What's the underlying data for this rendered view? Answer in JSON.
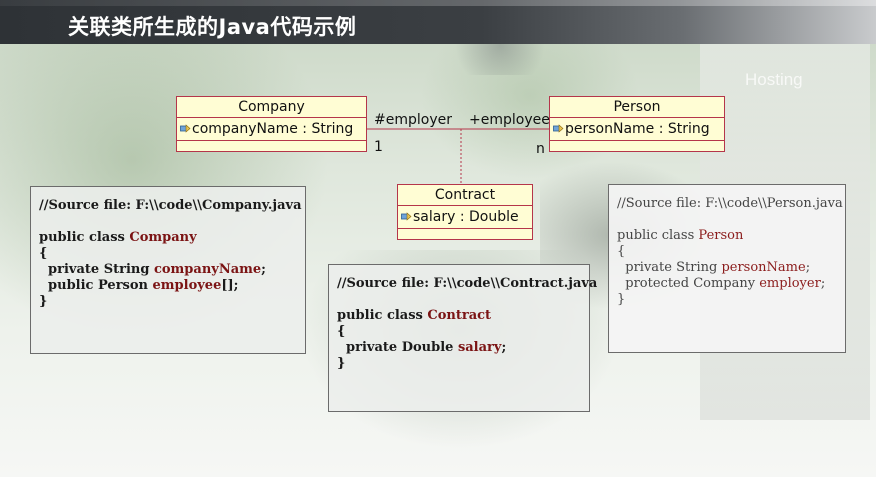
{
  "title": "关联类所生成的Java代码示例",
  "watermark": "Hosting",
  "uml": {
    "company": {
      "name": "Company",
      "attribute": "companyName : String"
    },
    "person": {
      "name": "Person",
      "attribute": "personName : String"
    },
    "contract": {
      "name": "Contract",
      "attribute": "salary : Double"
    },
    "association": {
      "left_role": "#employer",
      "right_role": "+employee",
      "left_multiplicity": "1",
      "right_multiplicity": "n"
    },
    "colors": {
      "fill": "#fffdd4",
      "border": "#b5354a"
    },
    "attribute_icon": "key-attribute-icon"
  },
  "code": {
    "company": {
      "comment": "//Source file: F:\\\\code\\\\Company.java",
      "class_prefix": "public class ",
      "class_name": "Company",
      "open": "{",
      "line1_prefix": "  private String ",
      "line1_name": "companyName",
      "line1_suffix": ";",
      "line2_prefix": "  public Person ",
      "line2_name": "employee",
      "line2_suffix": "[];",
      "close": "}"
    },
    "contract": {
      "comment": "//Source file: F:\\\\code\\\\Contract.java",
      "class_prefix": "public class ",
      "class_name": "Contract",
      "open": "{",
      "line1_prefix": "  private Double ",
      "line1_name": "salary",
      "line1_suffix": ";",
      "close": "}"
    },
    "person": {
      "comment": "//Source file: F:\\\\code\\\\Person.java",
      "class_prefix": "public class ",
      "class_name": "Person",
      "open": "{",
      "line1_prefix": "  private String ",
      "line1_name": "personName",
      "line1_suffix": ";",
      "line2_prefix": "  protected Company ",
      "line2_name": "employer",
      "line2_suffix": ";",
      "close": "}"
    }
  }
}
